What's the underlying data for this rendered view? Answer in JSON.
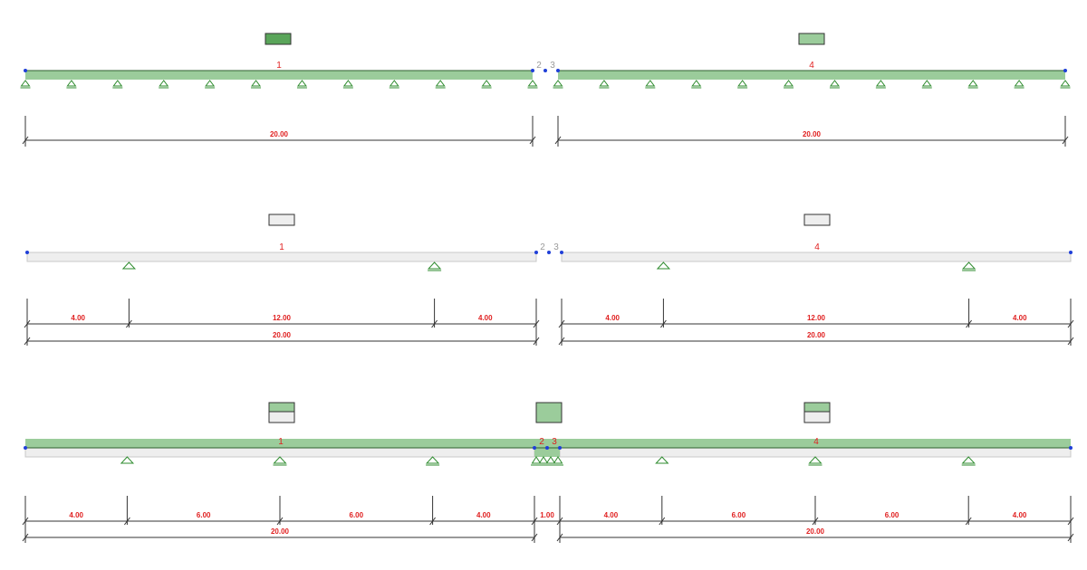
{
  "colors": {
    "dark_green": "#5aa55a",
    "light_green": "#9bcc9b",
    "beam_grey": "#eeeeee",
    "support_green": "#2e8b2e",
    "node_blue": "#1f3fd8",
    "label_red": "#e02020",
    "node_label_grey": "#9a9a9a",
    "dim_line": "#333333"
  },
  "rows": [
    {
      "id": "row-1",
      "legend_left": "dark",
      "legend_right": "light",
      "top_strip": "green",
      "bottom_strip": "none",
      "support_style": "dense",
      "members": [
        {
          "label": "1",
          "spans": [],
          "total": "20.00"
        },
        {
          "label": "4",
          "spans": [],
          "total": "20.00"
        }
      ],
      "node_labels": [
        "2",
        "3"
      ]
    },
    {
      "id": "row-2",
      "legend_left": "grey",
      "legend_right": "grey",
      "top_strip": "none",
      "bottom_strip": "grey",
      "support_style": "three",
      "members": [
        {
          "label": "1",
          "spans": [
            "4.00",
            "12.00",
            "4.00"
          ],
          "total": "20.00"
        },
        {
          "label": "4",
          "spans": [
            "4.00",
            "12.00",
            "4.00"
          ],
          "total": "20.00"
        }
      ],
      "node_labels": [
        "2",
        "3"
      ]
    },
    {
      "id": "row-3",
      "legend_left": "split",
      "legend_right": "split",
      "legend_center": "light",
      "top_strip": "green",
      "bottom_strip": "grey",
      "support_style": "four",
      "members": [
        {
          "label": "1",
          "spans": [
            "4.00",
            "6.00",
            "6.00",
            "4.00"
          ],
          "total": "20.00"
        },
        {
          "label": "4",
          "spans": [
            "4.00",
            "6.00",
            "6.00",
            "4.00"
          ],
          "total": "20.00"
        }
      ],
      "middle_span": "1.00",
      "node_labels": [
        "2",
        "3"
      ]
    }
  ]
}
